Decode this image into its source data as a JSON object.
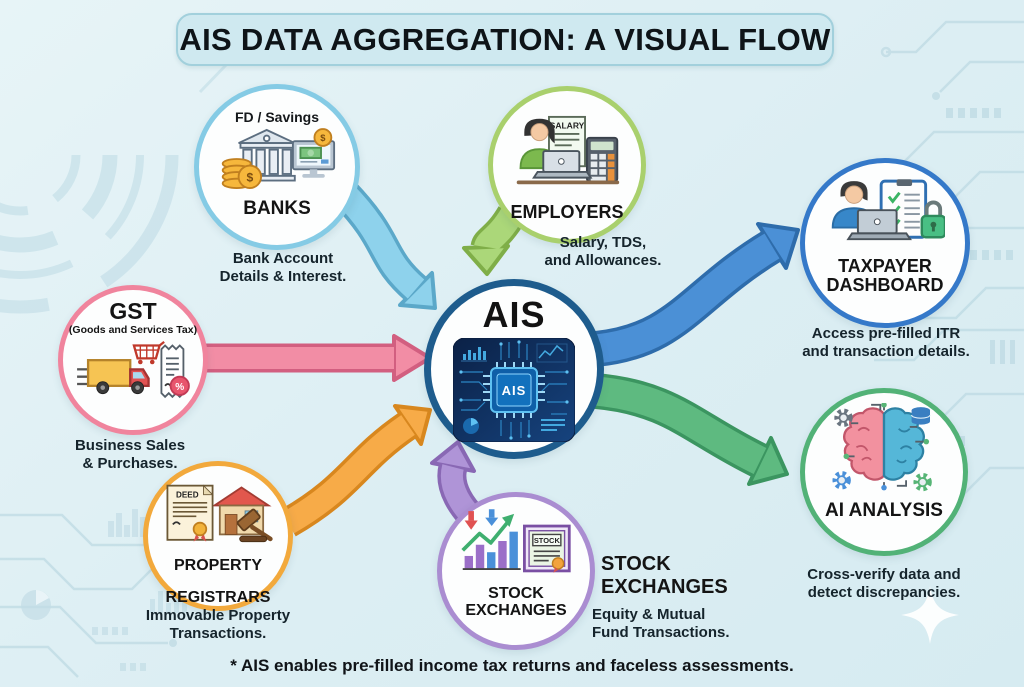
{
  "title": "AIS DATA AGGREGATION: A VISUAL FLOW",
  "footnote": "* AIS enables pre-filled income tax returns and faceless assessments.",
  "nodes": {
    "banks": {
      "tag": "FD / Savings",
      "label": "BANKS",
      "caption": "Bank Account\nDetails & Interest.",
      "ring": "#85cbe5",
      "coin_symbol": "$"
    },
    "employers": {
      "label": "EMPLOYERS",
      "doc_label": "SALARY",
      "caption": "Salary, TDS,\nand Allowances.",
      "ring": "#a9d06d"
    },
    "gst": {
      "label": "GST",
      "sublabel": "(Goods and Services Tax)",
      "caption": "Business Sales\n& Purchases.",
      "ring": "#f0849d",
      "percent_symbol": "%"
    },
    "property": {
      "label_line1": "PROPERTY",
      "label_line2": "REGISTRARS",
      "doc_label": "DEED",
      "caption": "Immovable Property\nTransactions.",
      "ring": "#f2a93c"
    },
    "stock": {
      "label_line1": "STOCK",
      "label_line2": "EXCHANGES",
      "cert_label": "STOCK",
      "heading": "STOCK\nEXCHANGES",
      "caption": "Equity & Mutual\nFund Transactions.",
      "ring": "#aa8dd1"
    },
    "ais": {
      "label": "AIS",
      "chip_label": "AIS",
      "ring": "#1e5c8d"
    },
    "taxpayer": {
      "label_line1": "TAXPAYER",
      "label_line2": "DASHBOARD",
      "caption": "Access pre-filled ITR\nand transaction details.",
      "ring": "#3579c9"
    },
    "ai": {
      "label": "AI ANALYSIS",
      "caption": "Cross-verify data and\ndetect discrepancies.",
      "ring": "#52b277"
    }
  },
  "arrows": {
    "banks_to_ais": {
      "fill": "#8ed2ec",
      "stroke": "#5ba8c9"
    },
    "employers_to_ais": {
      "fill": "#abd779",
      "stroke": "#7fae48"
    },
    "gst_to_ais": {
      "fill": "#f28da5",
      "stroke": "#d25f80"
    },
    "property_to_ais": {
      "fill": "#f7ab48",
      "stroke": "#d8871e"
    },
    "stock_to_ais": {
      "fill": "#af94d7",
      "stroke": "#8968b4"
    },
    "ais_to_taxpayer": {
      "fill": "#4b90d6",
      "stroke": "#2e6cab"
    },
    "ais_to_ai": {
      "fill": "#5eba80",
      "stroke": "#3b9560"
    }
  }
}
